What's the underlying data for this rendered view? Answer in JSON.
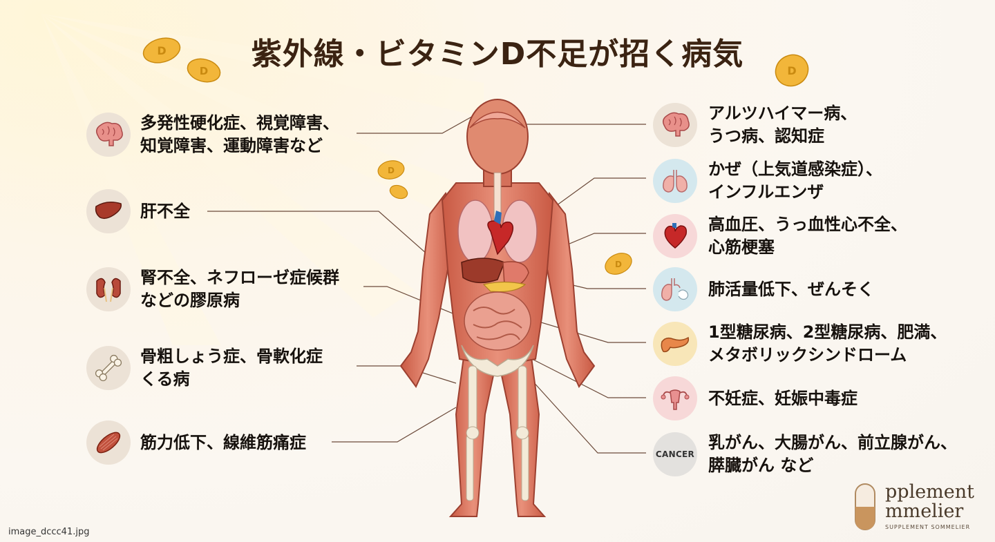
{
  "title": "紫外線・ビタミンD不足が招く病気",
  "left_items": [
    {
      "icon": "brain-icon",
      "text": "多発性硬化症、視覚障害、\n知覚障害、運動障害など"
    },
    {
      "icon": "liver-icon",
      "text": "肝不全"
    },
    {
      "icon": "kidney-icon",
      "text": "腎不全、ネフローゼ症候群\nなどの膠原病"
    },
    {
      "icon": "bone-icon",
      "text": "骨粗しょう症、骨軟化症\nくる病"
    },
    {
      "icon": "muscle-icon",
      "text": "筋力低下、線維筋痛症"
    }
  ],
  "right_items": [
    {
      "icon": "brain-icon",
      "text": "アルツハイマー病、\nうつ病、認知症"
    },
    {
      "icon": "lungs-icon",
      "text": "かぜ（上気道感染症）、\nインフルエンザ"
    },
    {
      "icon": "heart-icon",
      "text": "高血圧、うっ血性心不全、\n心筋梗塞"
    },
    {
      "icon": "lungs-asthma-icon",
      "text": "肺活量低下、ぜんそく"
    },
    {
      "icon": "pancreas-icon",
      "text": "1型糖尿病、2型糖尿病、肥満、\nメタボリックシンドローム"
    },
    {
      "icon": "uterus-icon",
      "text": "不妊症、妊娠中毒症"
    },
    {
      "icon": "cancer-icon",
      "text": "乳がん、大腸がん、前立腺がん、\n膵臓がん など"
    }
  ],
  "cancer_icon_text": "CANCER",
  "capsule_letter": "D",
  "logo": {
    "line1": "pplement",
    "line2": "mmelier",
    "sub": "SUPPLEMENT SOMMELIER"
  },
  "filename": "image_dccc41.jpg",
  "colors": {
    "title": "#3b2312",
    "muscle": "#d9715a",
    "capsule": "#f2b63a"
  }
}
